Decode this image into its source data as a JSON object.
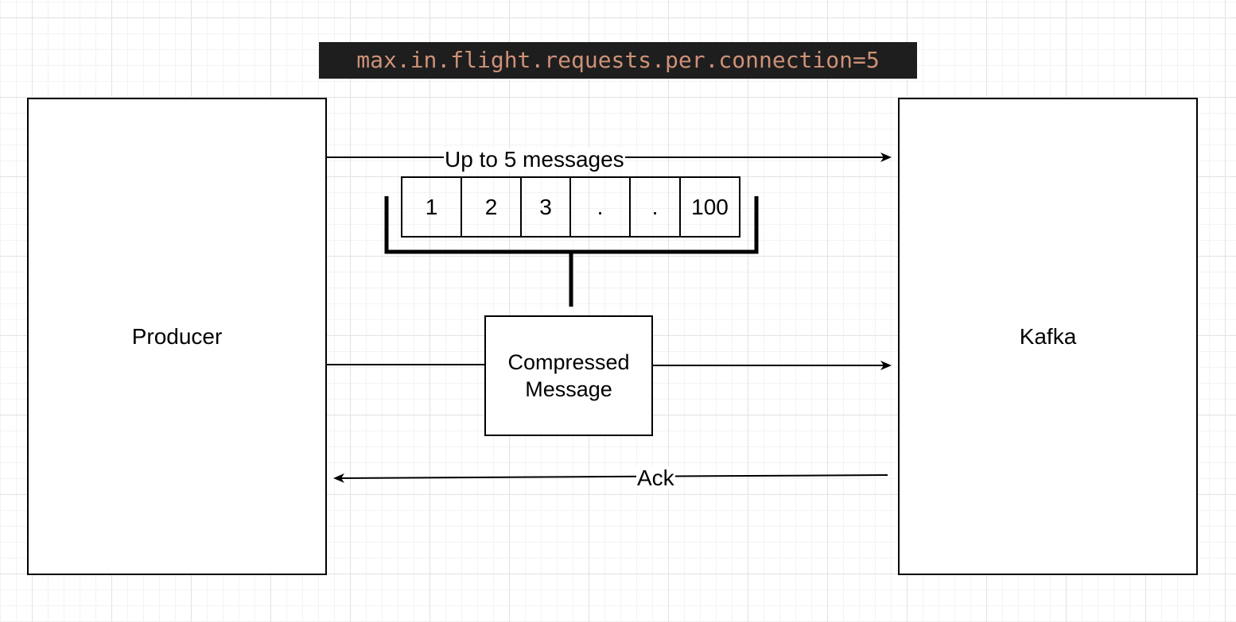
{
  "config": {
    "text": "max.in.flight.requests.per.connection=5"
  },
  "nodes": {
    "producer": "Producer",
    "kafka": "Kafka",
    "compressed_message": "Compressed Message"
  },
  "batch": {
    "cells": [
      "1",
      "2",
      "3",
      ".",
      ".",
      "100"
    ]
  },
  "edges": {
    "send_label": "Up to 5 messages",
    "ack_label": "Ack"
  }
}
